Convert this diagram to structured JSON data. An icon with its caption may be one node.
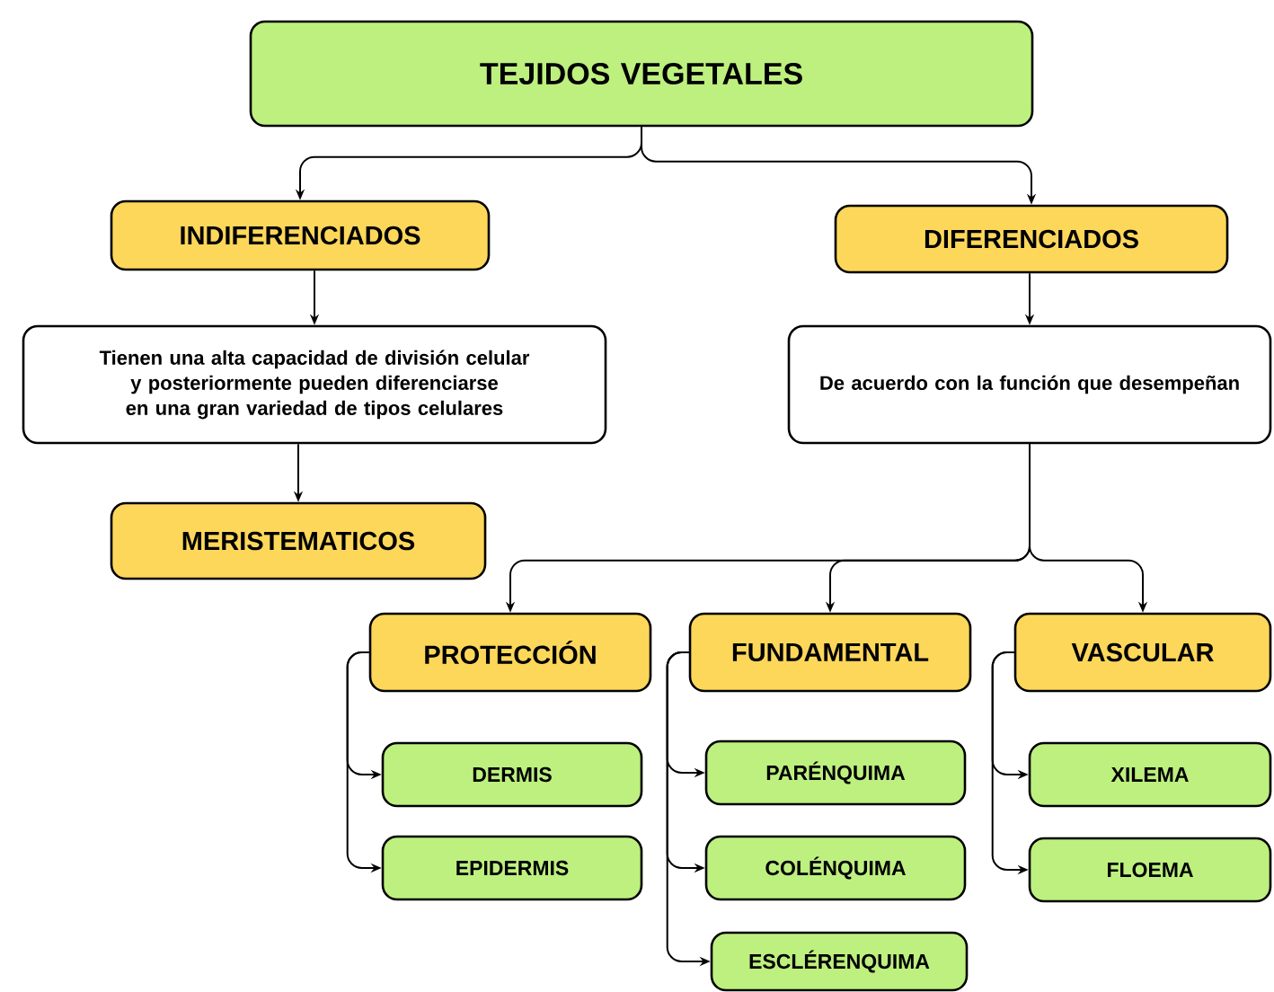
{
  "diagram": {
    "nodes": [
      {
        "text": [
          "TEJIDOS VEGETALES"
        ]
      },
      {
        "text": [
          "INDIFERENCIADOS"
        ]
      },
      {
        "text": [
          "DIFERENCIADOS"
        ]
      },
      {
        "text": [
          "Tienen una alta capacidad de división celular y posteriormente pueden diferenciarse en una gran variedad de tipos celulares"
        ]
      },
      {
        "text": [
          "De acuerdo con la función que desempeñan"
        ]
      },
      {
        "text": [
          "MERISTEMATICOS"
        ]
      },
      {
        "text": [
          "PROTECCIÓN"
        ]
      },
      {
        "text": [
          "FUNDAMENTAL"
        ]
      },
      {
        "text": [
          "VASCULAR"
        ]
      },
      {
        "text": [
          "DERMIS"
        ]
      },
      {
        "text": [
          "EPIDERMIS"
        ]
      },
      {
        "text": [
          "PARÉNQUIMA"
        ]
      },
      {
        "text": [
          "COLÉNQUIMA"
        ]
      },
      {
        "text": [
          "ESCLÉRENQUIMA"
        ]
      },
      {
        "text": [
          "XILEMA"
        ]
      },
      {
        "text": [
          "FLOEMA"
        ]
      }
    ],
    "edges": [
      {
        "from": 0,
        "to": 1,
        "arrow": "to"
      },
      {
        "from": 0,
        "to": 2,
        "arrow": "to"
      },
      {
        "from": 1,
        "to": 3,
        "arrow": "to"
      },
      {
        "from": 3,
        "to": 5,
        "arrow": "to"
      },
      {
        "from": 2,
        "to": 4,
        "arrow": "to"
      },
      {
        "from": 4,
        "to": 6,
        "arrow": "to"
      },
      {
        "from": 4,
        "to": 7,
        "arrow": "to"
      },
      {
        "from": 4,
        "to": 8,
        "arrow": "to"
      },
      {
        "from": 6,
        "to": 9,
        "arrow": "to"
      },
      {
        "from": 6,
        "to": 10,
        "arrow": "to"
      },
      {
        "from": 7,
        "to": 11,
        "arrow": "to"
      },
      {
        "from": 7,
        "to": 12,
        "arrow": "to"
      },
      {
        "from": 7,
        "to": 13,
        "arrow": "to"
      },
      {
        "from": 8,
        "to": 14,
        "arrow": "to"
      },
      {
        "from": 8,
        "to": 15,
        "arrow": "to"
      }
    ]
  }
}
